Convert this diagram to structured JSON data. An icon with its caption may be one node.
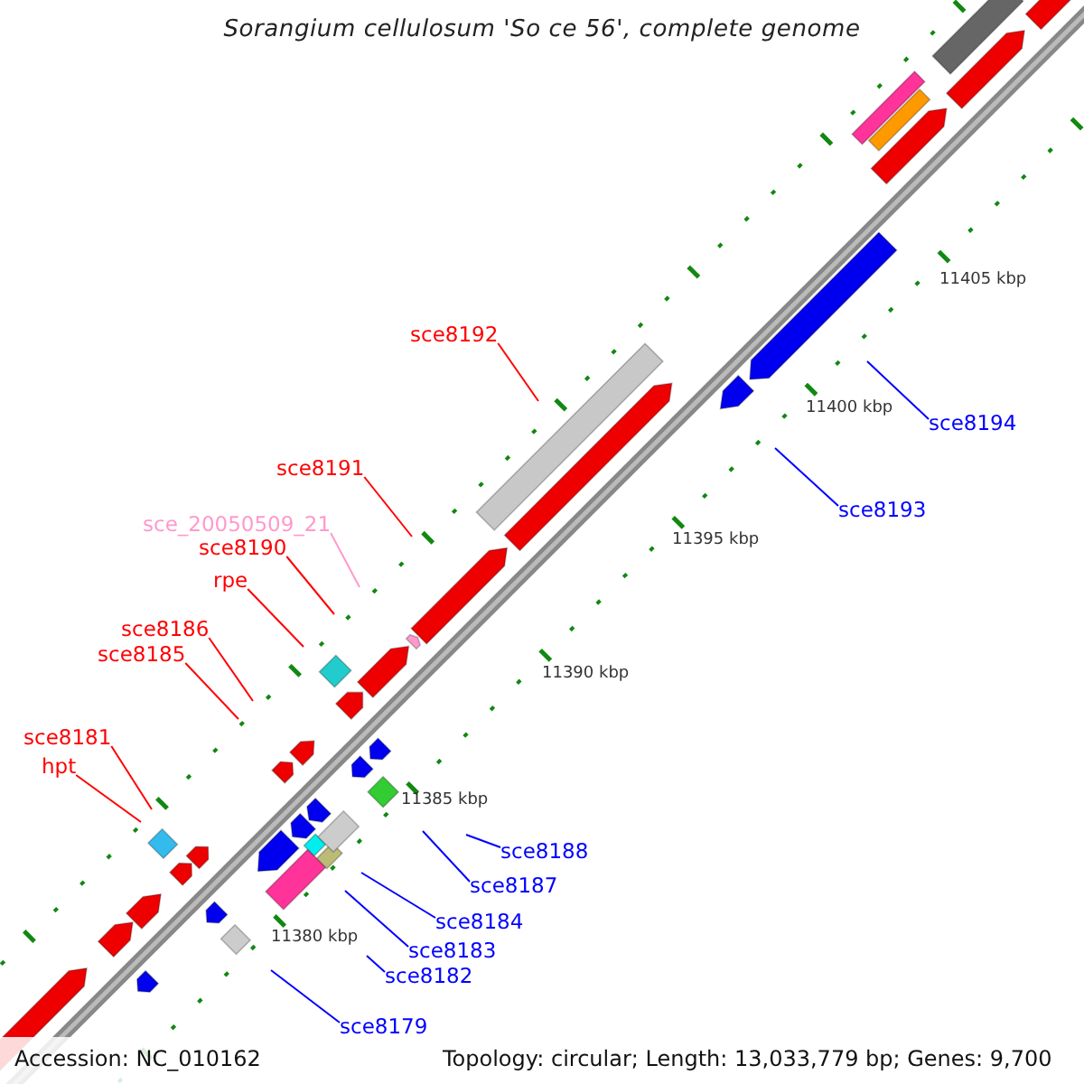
{
  "diagram": {
    "title": "Sorangium cellulosum 'So ce 56', complete genome",
    "nodes": [
      {
        "text": [
          "sce8192"
        ]
      },
      {
        "text": [
          "sce8194"
        ]
      },
      {
        "text": [
          "sce8191"
        ]
      },
      {
        "text": [
          "sce8193"
        ]
      },
      {
        "text": [
          "sce_20050509_21"
        ]
      },
      {
        "text": [
          "sce8190"
        ]
      },
      {
        "text": [
          "rpe"
        ]
      },
      {
        "text": [
          "sce8186"
        ]
      },
      {
        "text": [
          "sce8185"
        ]
      },
      {
        "text": [
          "sce8181"
        ]
      },
      {
        "text": [
          "hpt"
        ]
      },
      {
        "text": [
          "sce8188"
        ]
      },
      {
        "text": [
          "sce8187"
        ]
      },
      {
        "text": [
          "sce8184"
        ]
      },
      {
        "text": [
          "sce8183"
        ]
      },
      {
        "text": [
          "sce8182"
        ]
      },
      {
        "text": [
          "sce8179"
        ]
      }
    ],
    "edges": [
      {
        "from": 0,
        "to": null,
        "arrow": "none",
        "color": "#ff0000"
      },
      {
        "from": 1,
        "to": null,
        "arrow": "none",
        "color": "#0000ff"
      },
      {
        "from": 2,
        "to": null,
        "arrow": "none",
        "color": "#ff0000"
      },
      {
        "from": 3,
        "to": null,
        "arrow": "none",
        "color": "#0000ff"
      },
      {
        "from": 4,
        "to": null,
        "arrow": "none",
        "color": "#ff99cc"
      },
      {
        "from": 5,
        "to": null,
        "arrow": "none",
        "color": "#ff0000"
      },
      {
        "from": 6,
        "to": null,
        "arrow": "none",
        "color": "#ff0000"
      },
      {
        "from": 7,
        "to": null,
        "arrow": "none",
        "color": "#ff0000"
      },
      {
        "from": 8,
        "to": null,
        "arrow": "none",
        "color": "#ff0000"
      },
      {
        "from": 9,
        "to": null,
        "arrow": "none",
        "color": "#ff0000"
      },
      {
        "from": 10,
        "to": null,
        "arrow": "none",
        "color": "#ff0000"
      },
      {
        "from": 11,
        "to": null,
        "arrow": "none",
        "color": "#0000ff"
      },
      {
        "from": 12,
        "to": null,
        "arrow": "none",
        "color": "#0000ff"
      },
      {
        "from": 13,
        "to": null,
        "arrow": "none",
        "color": "#0000ff"
      },
      {
        "from": 14,
        "to": null,
        "arrow": "none",
        "color": "#0000ff"
      },
      {
        "from": 15,
        "to": null,
        "arrow": "none",
        "color": "#0000ff"
      },
      {
        "from": 16,
        "to": null,
        "arrow": "none",
        "color": "#0000ff"
      }
    ],
    "labels": [
      "11405 kbp",
      "11400 kbp",
      "11395 kbp",
      "11390 kbp",
      "11385 kbp",
      "11380 kbp",
      "Accession: NC_010162",
      "Topology: circular; Length: 13,033,779 bp; Genes: 9,700"
    ]
  }
}
